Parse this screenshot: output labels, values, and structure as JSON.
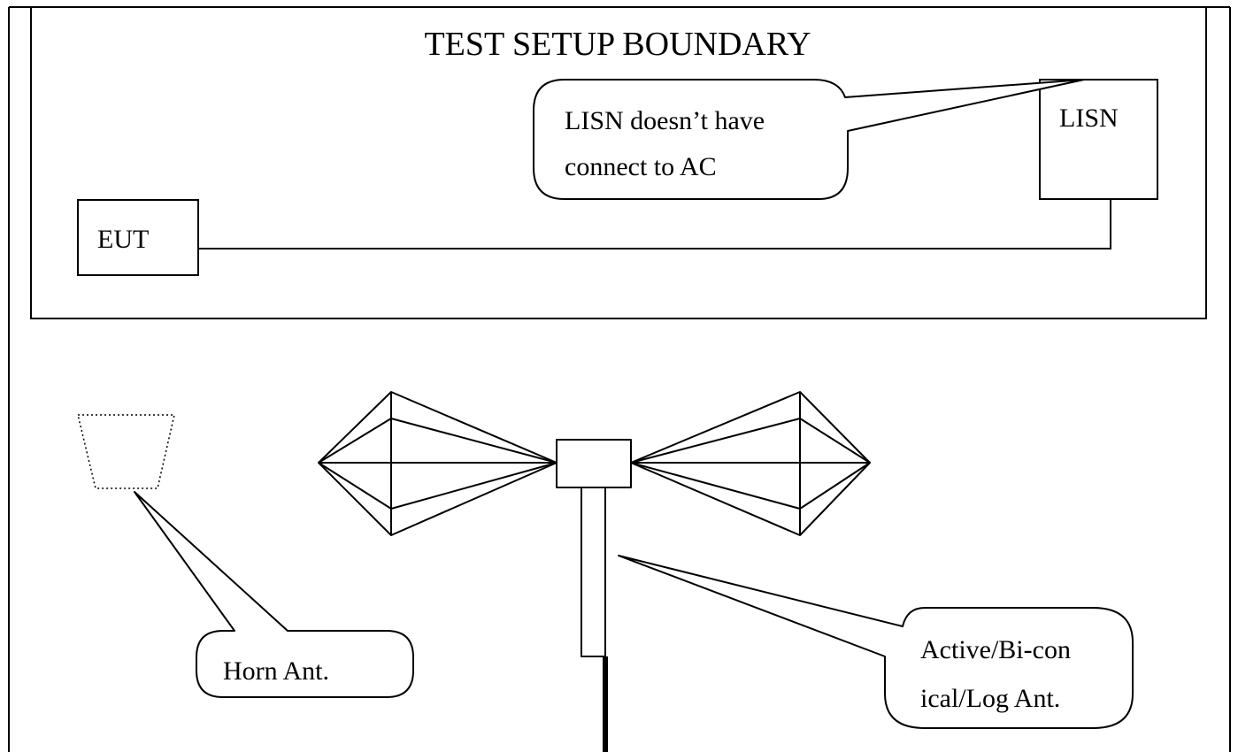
{
  "boundary": {
    "title": "TEST SETUP BOUNDARY"
  },
  "lisn": {
    "label": "LISN",
    "callout_lines": [
      "LISN doesn’t have",
      "connect to AC"
    ]
  },
  "eut": {
    "label": "EUT"
  },
  "horn_antenna": {
    "callout_label": "Horn Ant."
  },
  "biconical_antenna": {
    "callout_lines": [
      "Active/Bi-con",
      "ical/Log Ant."
    ]
  }
}
